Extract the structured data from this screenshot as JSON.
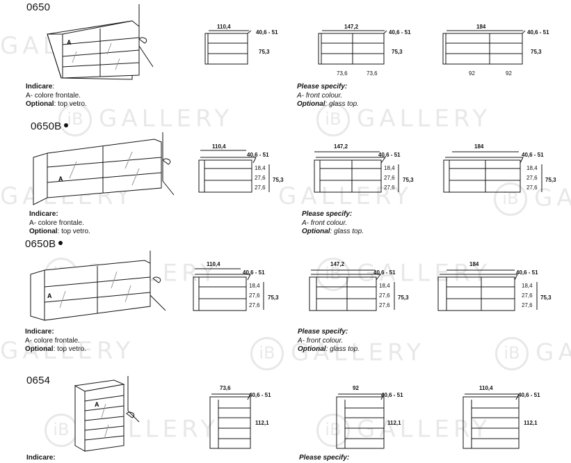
{
  "watermark": {
    "logo": "iB",
    "word": "GALLERY"
  },
  "sections": [
    {
      "code": "0650",
      "has_dot": false,
      "notes_it": {
        "label": "Indicare",
        "line1": "A- colore frontale.",
        "opt_label": "Optional",
        "opt_text": ": top vetro."
      },
      "notes_en": {
        "label": "Please specify:",
        "line1": "A- front colour.",
        "opt_label": "Optional",
        "opt_text": ": glass top."
      },
      "views": [
        {
          "width": "110,4",
          "depth": "40,6 - 51",
          "height": "75,3",
          "bottom": []
        },
        {
          "width": "147,2",
          "depth": "40,6 - 51",
          "height": "75,3",
          "bottom": [
            "73,6",
            "73,6"
          ]
        },
        {
          "width": "184",
          "depth": "40,6 - 51",
          "height": "75,3",
          "bottom": [
            "92",
            "92"
          ]
        }
      ]
    },
    {
      "code": "0650B",
      "has_dot": true,
      "notes_it": {
        "label": "Indicare:",
        "line1": "A- colore frontale.",
        "opt_label": "Optional",
        "opt_text": ": top vetro."
      },
      "notes_en": {
        "label": "Please specify:",
        "line1": "A- front colour.",
        "opt_label": "Optional",
        "opt_text": ": glass top."
      },
      "views": [
        {
          "width": "110,4",
          "depth": "40,6 - 51",
          "height": "75,3",
          "rows": [
            "18,4",
            "27,6",
            "27,6"
          ]
        },
        {
          "width": "147,2",
          "depth": "40,6 - 51",
          "height": "75,3",
          "rows": [
            "18,4",
            "27,6",
            "27,6"
          ]
        },
        {
          "width": "184",
          "depth": "40,6 - 51",
          "height": "75,3",
          "rows": [
            "18,4",
            "27,6",
            "27,6"
          ]
        }
      ]
    },
    {
      "code": "0650B",
      "has_dot": true,
      "notes_it": {
        "label": "Indicare:",
        "line1": "A- colore frontale.",
        "opt_label": "Optional",
        "opt_text": ": top vetro."
      },
      "notes_en": {
        "label": "Please specify:",
        "line1": "A- front colour.",
        "opt_label": "Optional",
        "opt_text": ": glass top."
      },
      "views": [
        {
          "width": "110,4",
          "depth": "40,6 - 51",
          "height": "75,3",
          "rows": [
            "18,4",
            "27,6",
            "27,6"
          ]
        },
        {
          "width": "147,2",
          "depth": "40,6 - 51",
          "height": "75,3",
          "rows": [
            "18,4",
            "27,6",
            "27,6"
          ]
        },
        {
          "width": "184",
          "depth": "40,6 - 51",
          "height": "75,3",
          "rows": [
            "18,4",
            "27,6",
            "27,6"
          ]
        }
      ]
    },
    {
      "code": "0654",
      "has_dot": false,
      "notes_it": {
        "label": "Indicare:"
      },
      "notes_en": {
        "label": "Please specify:"
      },
      "views": [
        {
          "width": "73,6",
          "depth": "40,6 - 51",
          "height": "112,1"
        },
        {
          "width": "92",
          "depth": "40,6 - 51",
          "height": "112,1"
        },
        {
          "width": "110,4",
          "depth": "40,6 - 51",
          "height": "112,1"
        }
      ]
    }
  ],
  "label_a": "A"
}
